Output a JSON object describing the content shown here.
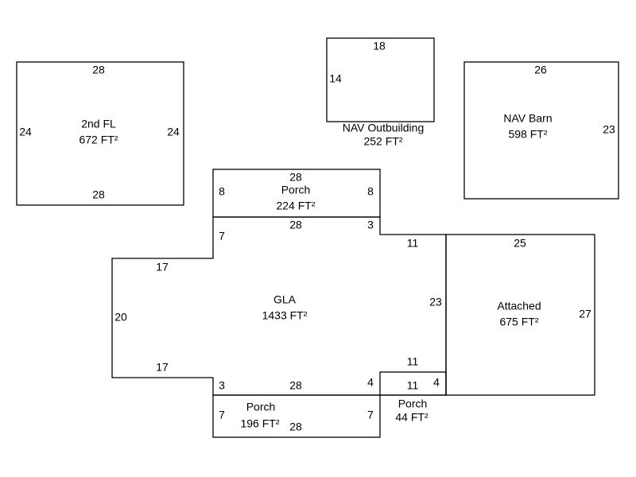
{
  "areas": {
    "second_fl": {
      "name": "2nd FL",
      "area": "672 FT²",
      "dims": {
        "top": "28",
        "bottom": "28",
        "left": "24",
        "right": "24"
      }
    },
    "nav_outbuilding": {
      "name": "NAV Outbuilding",
      "area": "252 FT²",
      "dims": {
        "top": "18",
        "left": "14"
      }
    },
    "nav_barn": {
      "name": "NAV Barn",
      "area": "598 FT²",
      "dims": {
        "top": "26",
        "right": "23"
      }
    },
    "porch_top": {
      "name": "Porch",
      "area": "224 FT²",
      "dims": {
        "top": "28",
        "left": "8",
        "right": "8"
      }
    },
    "gla": {
      "name": "GLA",
      "area": "1433 FT²",
      "dims": {
        "top": "28",
        "top_right_step": "3",
        "top_right": "11",
        "upper_left_step": "7",
        "upper_left": "17",
        "left": "20",
        "lower_left": "17",
        "lower_left_step": "3",
        "bottom": "28",
        "bottom_right_step": "4",
        "right": "23",
        "lower_right": "11"
      }
    },
    "attached": {
      "name": "Attached",
      "area": "675 FT²",
      "dims": {
        "top": "25",
        "right": "27"
      }
    },
    "porch_bottom": {
      "name": "Porch",
      "area": "196 FT²",
      "dims": {
        "bottom": "28",
        "left": "7",
        "right": "7"
      }
    },
    "porch_small": {
      "name": "Porch",
      "area": "44 FT²",
      "dims": {
        "top": "11",
        "right": "4"
      }
    }
  }
}
